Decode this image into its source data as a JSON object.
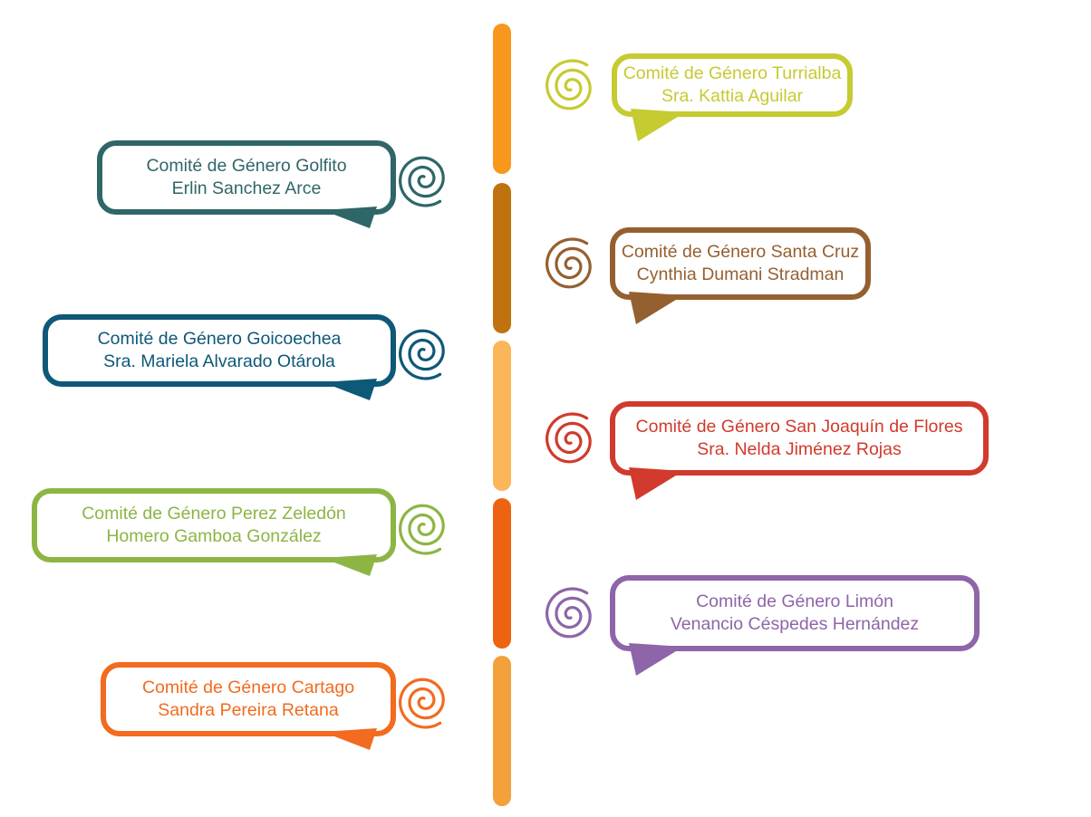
{
  "timeline": {
    "segments": [
      {
        "color": "#F7981D"
      },
      {
        "color": "#C0720F"
      },
      {
        "color": "#FDB55A"
      },
      {
        "color": "#EE6311"
      },
      {
        "color": "#F4A03B"
      }
    ]
  },
  "committees": [
    {
      "title": "Comité de Género Turrialba",
      "person": "Sra. Kattia Aguilar",
      "color": "#C5CB31",
      "side": "right"
    },
    {
      "title": "Comité de Género Golfito",
      "person": "Erlin Sanchez Arce",
      "color": "#2F6668",
      "side": "left"
    },
    {
      "title": "Comité de Género Santa Cruz",
      "person": "Cynthia Dumani Stradman",
      "color": "#956030",
      "side": "right"
    },
    {
      "title": "Comité de Género Goicoechea",
      "person": "Sra. Mariela Alvarado Otárola",
      "color": "#0E5878",
      "side": "left"
    },
    {
      "title": "Comité de Género San Joaquín de Flores",
      "person": "Sra. Nelda Jiménez Rojas",
      "color": "#D13A2C",
      "side": "right"
    },
    {
      "title": "Comité de Género Perez Zeledón",
      "person": "Homero Gamboa González",
      "color": "#8DB544",
      "side": "left"
    },
    {
      "title": "Comité de Género Limón",
      "person": "Venancio Céspedes Hernández",
      "color": "#8E65A8",
      "side": "right"
    },
    {
      "title": "Comité de Género Cartago",
      "person": "Sandra Pereira Retana",
      "color": "#F26B1E",
      "side": "left"
    }
  ]
}
